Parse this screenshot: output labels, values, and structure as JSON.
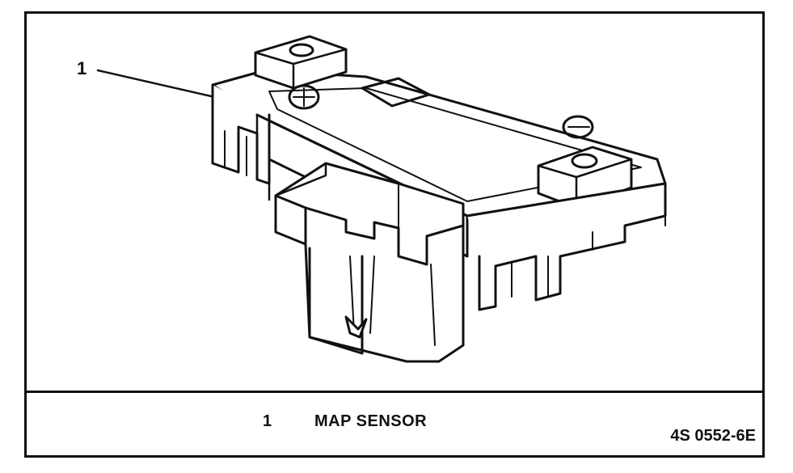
{
  "figure": {
    "callout": "1",
    "legend": {
      "number": "1",
      "label": "MAP SENSOR"
    },
    "code": "4S 0552-6E"
  },
  "colors": {
    "line": "#111111",
    "background": "#ffffff"
  }
}
